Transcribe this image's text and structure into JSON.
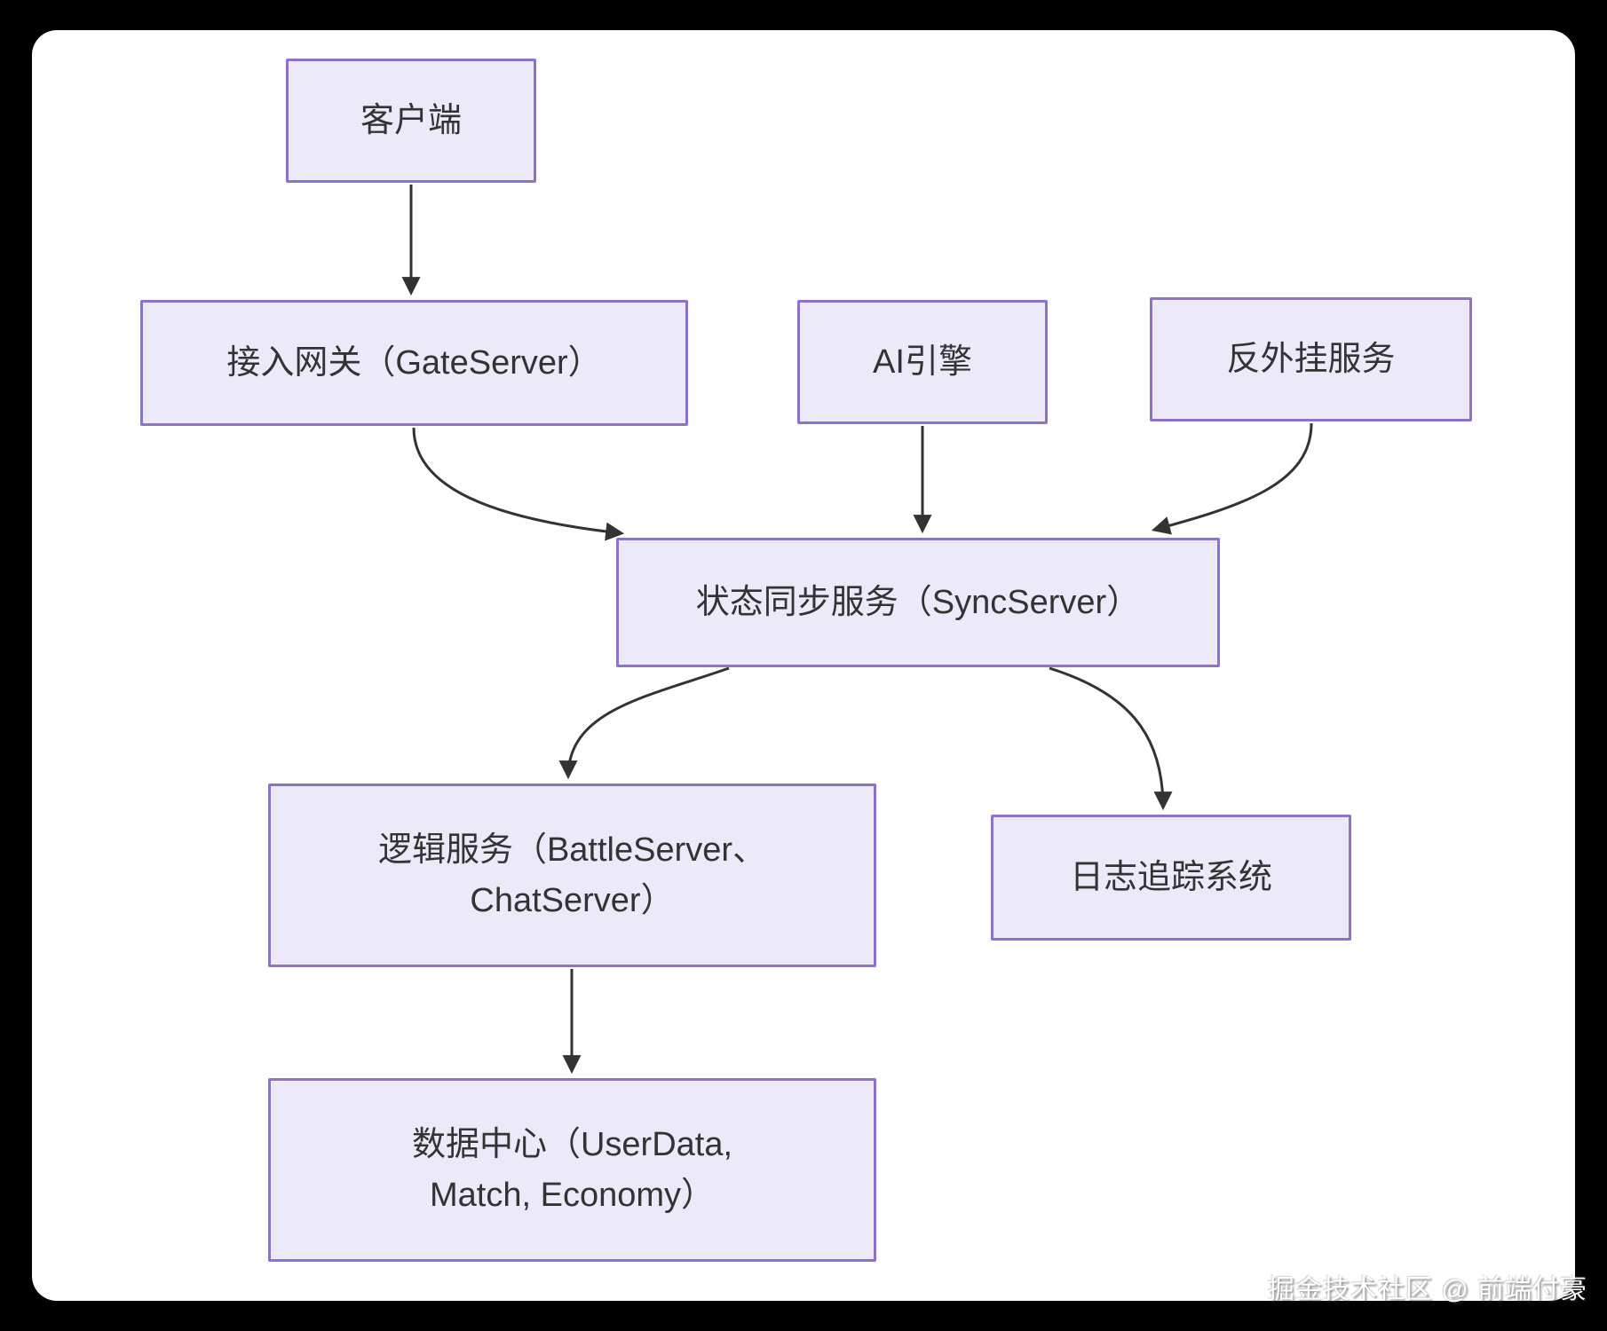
{
  "diagram": {
    "nodes": {
      "client": {
        "label": "客户端",
        "lines": [
          "客户端"
        ]
      },
      "gate": {
        "label": "接入网关（GateServer）",
        "lines": [
          "接入网关（GateServer）"
        ]
      },
      "ai": {
        "label": "AI引擎",
        "lines": [
          "AI引擎"
        ]
      },
      "anticheat": {
        "label": "反外挂服务",
        "lines": [
          "反外挂服务"
        ]
      },
      "sync": {
        "label": "状态同步服务（SyncServer）",
        "lines": [
          "状态同步服务（SyncServer）"
        ]
      },
      "logic": {
        "label": "逻辑服务（BattleServer、ChatServer）",
        "lines": [
          "逻辑服务（BattleServer、",
          "ChatServer）"
        ]
      },
      "log": {
        "label": "日志追踪系统",
        "lines": [
          "日志追踪系统"
        ]
      },
      "datacenter": {
        "label": "数据中心（UserData, Match, Economy）",
        "lines": [
          "数据中心（UserData,",
          "Match, Economy）"
        ]
      }
    },
    "edges": [
      {
        "from": "client",
        "to": "gate"
      },
      {
        "from": "gate",
        "to": "sync"
      },
      {
        "from": "ai",
        "to": "sync"
      },
      {
        "from": "anticheat",
        "to": "sync"
      },
      {
        "from": "sync",
        "to": "logic"
      },
      {
        "from": "sync",
        "to": "log"
      },
      {
        "from": "logic",
        "to": "datacenter"
      }
    ],
    "colors": {
      "node_fill": "#eceaf9",
      "node_border": "#8f72c7",
      "arrow": "#333333",
      "text": "#333333",
      "canvas_background": "#ffffff",
      "page_background": "#000000"
    }
  },
  "watermark": {
    "text": "掘金技术社区 @ 前端付豪"
  }
}
